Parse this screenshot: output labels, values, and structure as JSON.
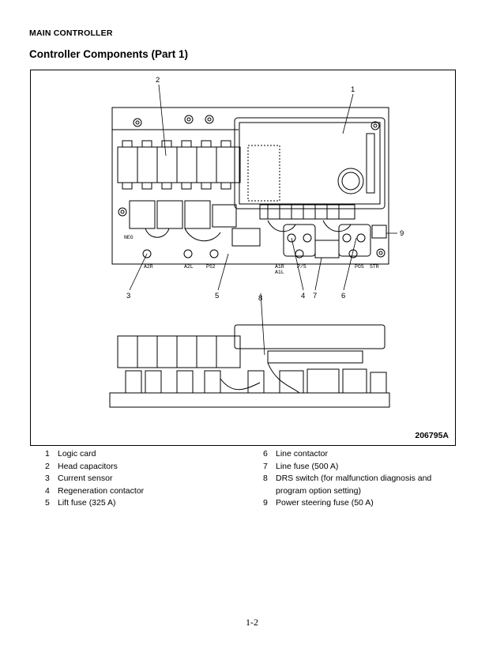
{
  "header": {
    "section": "MAIN CONTROLLER"
  },
  "title": "Controller Components (Part 1)",
  "figure": {
    "id": "206795A",
    "callouts": [
      "1",
      "2",
      "3",
      "4",
      "5",
      "6",
      "7",
      "8",
      "9"
    ],
    "board_text": [
      "NEG",
      "A2R",
      "A2L",
      "PS2",
      "A1R",
      "A1L",
      "P/S",
      "POS",
      "STR"
    ]
  },
  "legend": [
    {
      "num": "1",
      "text": "Logic card"
    },
    {
      "num": "2",
      "text": "Head capacitors"
    },
    {
      "num": "3",
      "text": "Current sensor"
    },
    {
      "num": "4",
      "text": "Regeneration contactor"
    },
    {
      "num": "5",
      "text": "Lift fuse (325 A)"
    },
    {
      "num": "6",
      "text": "Line contactor"
    },
    {
      "num": "7",
      "text": "Line fuse (500 A)"
    },
    {
      "num": "8",
      "text": "DRS switch (for malfunction diagnosis and program option setting)"
    },
    {
      "num": "9",
      "text": "Power steering fuse (50 A)"
    }
  ],
  "page_number": "1-2"
}
